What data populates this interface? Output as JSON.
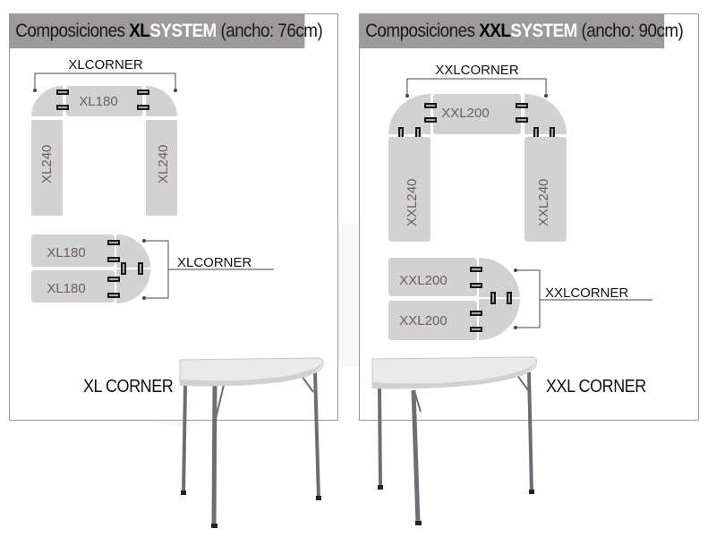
{
  "panels": [
    {
      "id": "xl",
      "header": {
        "prefix": "Composiciones ",
        "series": "XL",
        "system": "SYSTEM",
        "suffix": " (ancho: 76cm)"
      },
      "top_layout": {
        "bracket_label": "XLCORNER",
        "top_table": "XL180",
        "side_tables": [
          "XL240",
          "XL240"
        ]
      },
      "bottom_layout": {
        "tables": [
          "XL180",
          "XL180"
        ],
        "bracket_label": "XLCORNER"
      },
      "product_label": "XL CORNER"
    },
    {
      "id": "xxl",
      "header": {
        "prefix": "Composiciones ",
        "series": "XXL",
        "system": "SYSTEM",
        "suffix": " (ancho: 90cm)"
      },
      "top_layout": {
        "bracket_label": "XXLCORNER",
        "top_table": "XXL200",
        "side_tables": [
          "XXL240",
          "XXL240"
        ]
      },
      "bottom_layout": {
        "tables": [
          "XXL200",
          "XXL200"
        ],
        "bracket_label": "XXLCORNER"
      },
      "product_label": "XXL CORNER"
    }
  ],
  "colors": {
    "header_bg": "#9c9a9b",
    "table_fill": "#d2d2d2",
    "connector": "#1a1a1a",
    "border": "#999999"
  }
}
